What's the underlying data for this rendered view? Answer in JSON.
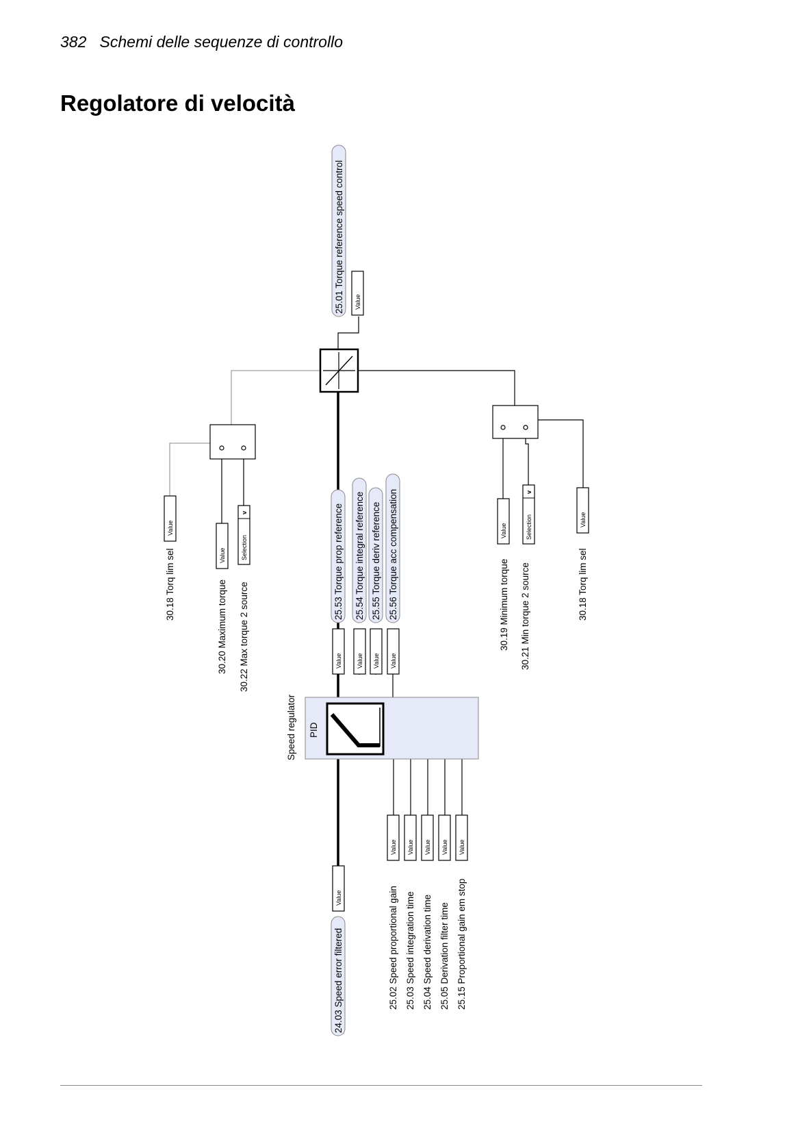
{
  "header": {
    "page_number": "382",
    "section_title": "Schemi delle sequenze di controllo"
  },
  "title": "Regolatore di velocità",
  "diagram": {
    "output_param": "25.01 Torque reference speed control",
    "speed_regulator_label": "Speed regulator",
    "pid_label": "PID",
    "input_param": "24.03 Speed error filtered",
    "value_label": "Value",
    "selection_label": "Selection",
    "dropdown_glyph": "v",
    "pid_outputs": [
      "25.53 Torque prop reference",
      "25.54 Torque integral reference",
      "25.55 Torque deriv reference",
      "25.56 Torque acc compensation"
    ],
    "gain_params": [
      "25.02 Speed proportional gain",
      "25.03 Speed integration time",
      "25.04 Speed derivation time",
      "25.05 Derivation filter time",
      "25.15 Proportional gain em stop"
    ],
    "max_torque_params": {
      "torq_lim_sel": "30.18 Torq lim sel",
      "maximum_torque": "30.20 Maximum torque",
      "max_torque_2_source": "30.22 Max torque 2 source"
    },
    "min_torque_params": {
      "minimum_torque": "30.19 Minimum torque",
      "min_torque_2_source": "30.21 Min torque 2 source",
      "torq_lim_sel": "30.18 Torq lim sel"
    }
  }
}
